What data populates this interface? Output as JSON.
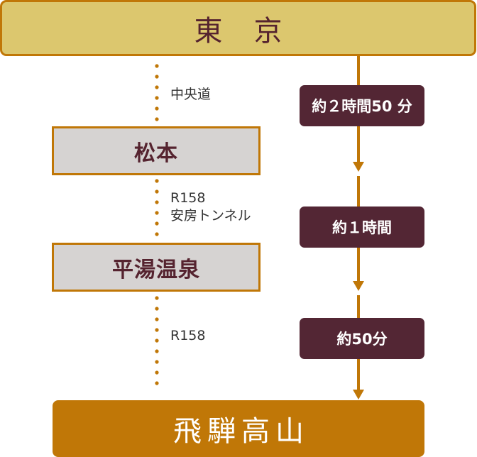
{
  "title": "東京 → 飛騨高山 アクセス",
  "origin": {
    "label": "東京"
  },
  "stops": [
    {
      "label": "松本"
    },
    {
      "label": "平湯温泉"
    }
  ],
  "destination": {
    "label": "飛騨高山"
  },
  "legs": [
    {
      "route_lines": [
        "中央道"
      ],
      "duration": "約２時間50 分"
    },
    {
      "route_lines": [
        "R158",
        "安房トンネル"
      ],
      "duration": "約１時間"
    },
    {
      "route_lines": [
        "R158"
      ],
      "duration": "約50分"
    }
  ],
  "colors": {
    "accent": "#c07707",
    "origin_fill": "#dcc76e",
    "stop_fill": "#d6d3d2",
    "time_badge": "#532634",
    "label_text": "#55232f"
  },
  "icons": {
    "dotted_path": "dotted-route-line",
    "arrow": "arrow-down"
  }
}
